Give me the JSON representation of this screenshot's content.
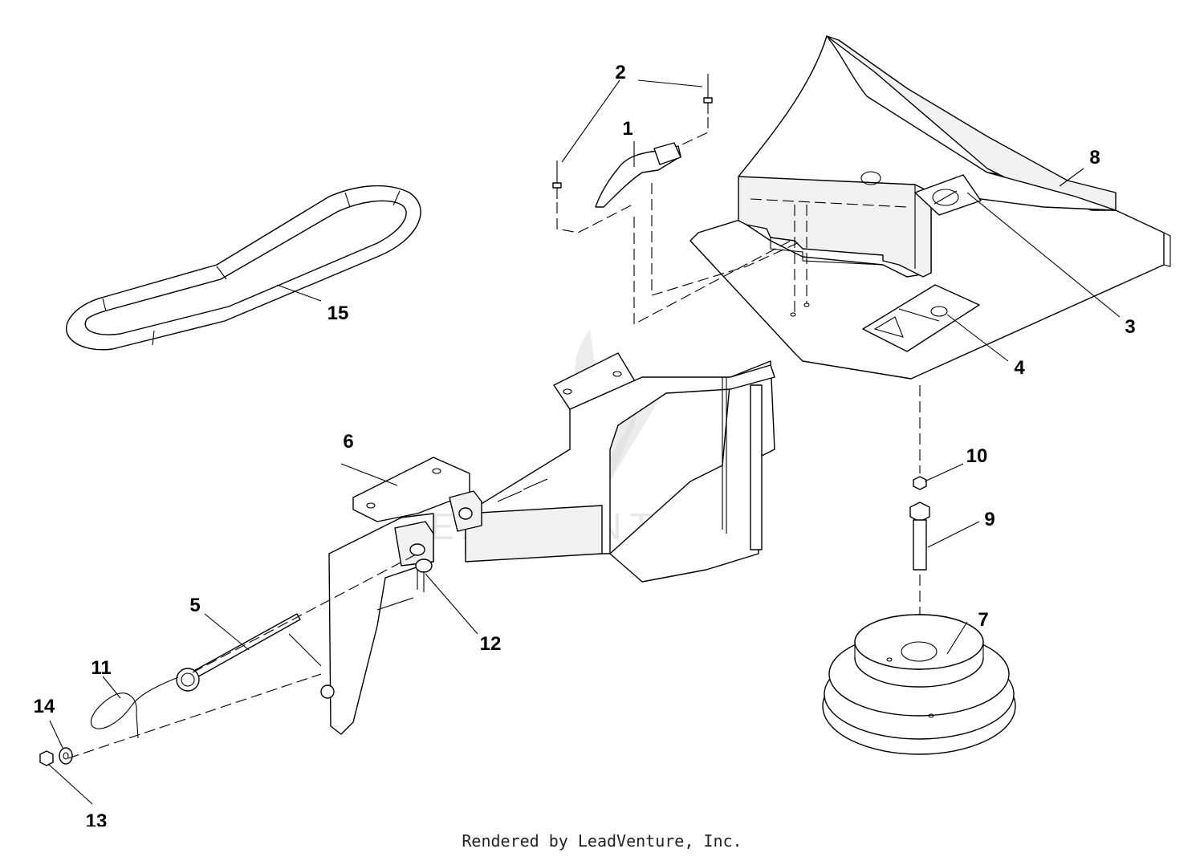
{
  "watermark": {
    "text": "LEADVENTURE"
  },
  "footer": {
    "credit": "Rendered by LeadVenture, Inc."
  },
  "callouts": [
    {
      "id": "c1",
      "label": "1"
    },
    {
      "id": "c2",
      "label": "2"
    },
    {
      "id": "c3",
      "label": "3"
    },
    {
      "id": "c4",
      "label": "4"
    },
    {
      "id": "c5",
      "label": "5"
    },
    {
      "id": "c6",
      "label": "6"
    },
    {
      "id": "c7",
      "label": "7"
    },
    {
      "id": "c8",
      "label": "8"
    },
    {
      "id": "c9",
      "label": "9"
    },
    {
      "id": "c10",
      "label": "10"
    },
    {
      "id": "c11",
      "label": "11"
    },
    {
      "id": "c12",
      "label": "12"
    },
    {
      "id": "c13",
      "label": "13"
    },
    {
      "id": "c14",
      "label": "14"
    },
    {
      "id": "c15",
      "label": "15"
    }
  ]
}
